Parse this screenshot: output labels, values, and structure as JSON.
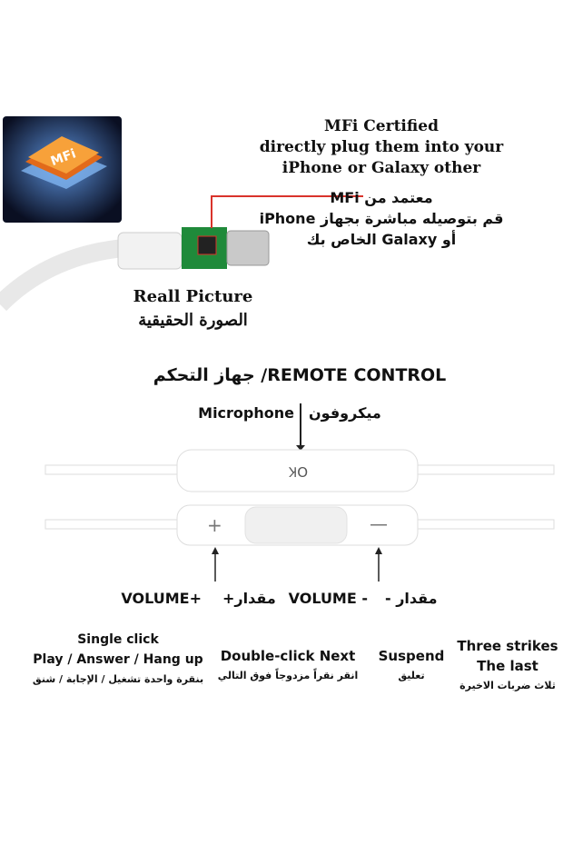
{
  "chip_image": {
    "label": "MFi"
  },
  "mfi_info": {
    "en": [
      "MFi Certified",
      "directly plug them into your",
      "iPhone or Galaxy other"
    ],
    "ar": [
      "معتمد من MFi",
      "قم بتوصيله مباشرة بجهاز iPhone",
      "أو Galaxy الخاص بك"
    ]
  },
  "real_picture": {
    "en": "Reall Picture",
    "ar": "الصورة الحقيقية"
  },
  "remote": {
    "title": "REMOTE CONTROL/ جهاز التحكم",
    "microphone_en": "Microphone",
    "microphone_ar": "ميكروفون",
    "volume_up_en": "VOLUME+",
    "volume_up_ar": "مقدار+",
    "volume_down_en": "VOLUME -",
    "volume_down_ar": "مقدار -"
  },
  "functions": [
    {
      "en": [
        "Single click",
        "Play / Answer / Hang up"
      ],
      "ar": "بنقرة واحدة تشغيل / الإجابة / شنق"
    },
    {
      "en": [
        "Double-click Next"
      ],
      "ar": "انقر نقراً مزدوجاً فوق التالي"
    },
    {
      "en": [
        "Suspend"
      ],
      "ar": "تعليق"
    },
    {
      "en": [
        "Three strikes",
        "The last"
      ],
      "ar": "ثلاث ضربات الاخيرة"
    }
  ],
  "colors": {
    "callout_line": "#d9332b",
    "pcb": "#1f8a3a"
  }
}
